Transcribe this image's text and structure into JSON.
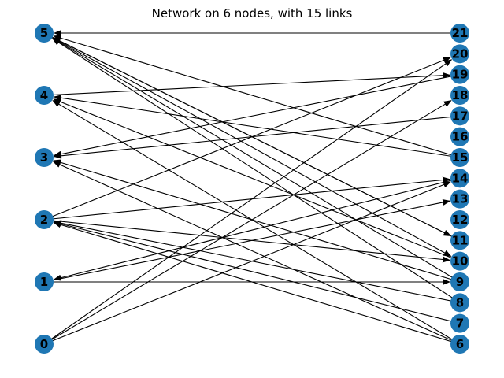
{
  "title": "Network on 6 nodes, with 15 links",
  "colors": {
    "node": "#1f77b4",
    "edge": "#000000",
    "label": "#000000"
  },
  "left_nodes": [
    "0",
    "1",
    "2",
    "3",
    "4",
    "5"
  ],
  "right_nodes": [
    "6",
    "7",
    "8",
    "9",
    "10",
    "11",
    "12",
    "13",
    "14",
    "15",
    "16",
    "17",
    "18",
    "19",
    "20",
    "21"
  ],
  "edges": [
    {
      "source": "21",
      "target": "5"
    },
    {
      "source": "15",
      "target": "5"
    },
    {
      "source": "11",
      "target": "5"
    },
    {
      "source": "9",
      "target": "5"
    },
    {
      "source": "8",
      "target": "5"
    },
    {
      "source": "5",
      "target": "11"
    },
    {
      "source": "5",
      "target": "10"
    },
    {
      "source": "4",
      "target": "19"
    },
    {
      "source": "15",
      "target": "4"
    },
    {
      "source": "10",
      "target": "4"
    },
    {
      "source": "6",
      "target": "4"
    },
    {
      "source": "17",
      "target": "3"
    },
    {
      "source": "19",
      "target": "3"
    },
    {
      "source": "9",
      "target": "3"
    },
    {
      "source": "6",
      "target": "3"
    },
    {
      "source": "2",
      "target": "20"
    },
    {
      "source": "2",
      "target": "14"
    },
    {
      "source": "2",
      "target": "10"
    },
    {
      "source": "8",
      "target": "2"
    },
    {
      "source": "7",
      "target": "2"
    },
    {
      "source": "6",
      "target": "2"
    },
    {
      "source": "14",
      "target": "1"
    },
    {
      "source": "1",
      "target": "13"
    },
    {
      "source": "1",
      "target": "9"
    },
    {
      "source": "0",
      "target": "20"
    },
    {
      "source": "0",
      "target": "18"
    },
    {
      "source": "0",
      "target": "14"
    }
  ]
}
